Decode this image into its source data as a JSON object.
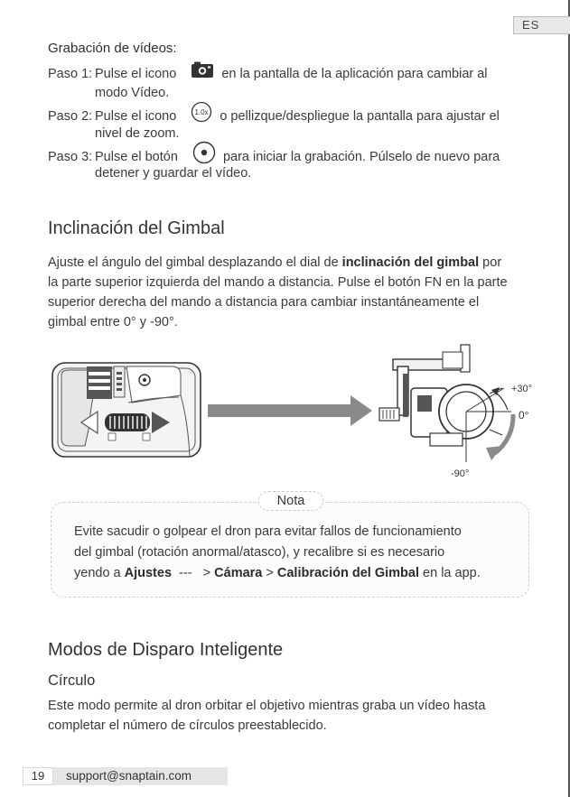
{
  "header": {
    "lang": "ES"
  },
  "video": {
    "title": "Grabación de vídeos:",
    "step1_label": "Paso 1:",
    "step1_pre": "Pulse el icono",
    "step1_post": "en la pantalla de la aplicación para cambiar al",
    "step1_cont": "modo Vídeo.",
    "step2_label": "Paso 2:",
    "step2_pre": "Pulse el icono",
    "step2_icon_text": "1.0x",
    "step2_post": "o pellizque/despliegue la pantalla para ajustar el",
    "step2_cont": "nivel de zoom.",
    "step3_label": "Paso 3:",
    "step3_pre": "Pulse el botón",
    "step3_post": "para iniciar la grabación. Púlselo de nuevo para",
    "step3_cont": "detener y guardar el vídeo."
  },
  "gimbal": {
    "title": "Inclinación del Gimbal",
    "p1a": "Ajuste el ángulo del gimbal desplazando el dial de ",
    "p1b": "inclinación del gimbal",
    "p1c": " por",
    "line2": "la parte superior izquierda del mando a distancia. Pulse el botón FN en la parte",
    "line3": "superior derecha del mando a distancia para cambiar instantáneamente el",
    "line4": "gimbal entre  0° y -90°.",
    "angle_plus30": "+30°",
    "angle_0": "0°",
    "angle_minus90": "-90°"
  },
  "note": {
    "label": "Nota",
    "line1": "Evite sacudir o golpear el dron para evitar fallos de funcionamiento",
    "line2": "del gimbal (rotación anormal/atasco), y recalibre si es necesario",
    "line3_pre": "yendo a ",
    "line3_b1": "Ajustes",
    "line3_sep1": "  ---   > ",
    "line3_b2": "Cámara",
    "line3_sep2": " > ",
    "line3_b3": "Calibración del Gimbal",
    "line3_post": " en la app."
  },
  "smart": {
    "title": "Modos de Disparo Inteligente",
    "subtitle": "Círculo",
    "line1": "Este modo permite al dron orbitar el objetivo mientras graba un vídeo hasta",
    "line2": "completar el número de círculos preestablecido."
  },
  "footer": {
    "page": "19",
    "email": "support@snaptain.com"
  },
  "colors": {
    "text": "#3a3a3a",
    "arrow_gray": "#8a8a8a",
    "rule": "#555555"
  }
}
